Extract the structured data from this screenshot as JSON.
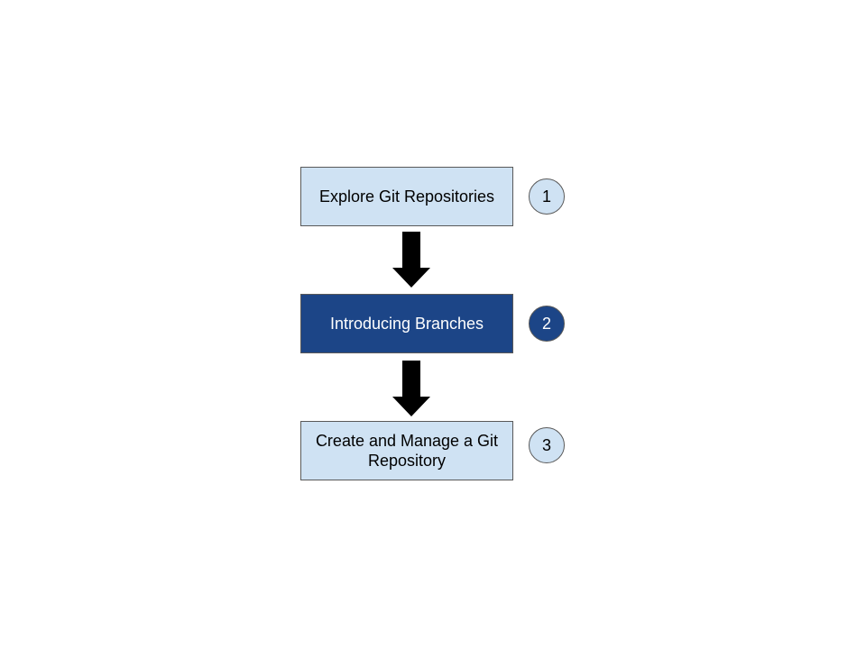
{
  "steps": [
    {
      "label": "Explore Git Repositories",
      "number": "1",
      "state": "inactive"
    },
    {
      "label": "Introducing Branches",
      "number": "2",
      "state": "active"
    },
    {
      "label": "Create and Manage a Git Repository",
      "number": "3",
      "state": "inactive"
    }
  ],
  "colors": {
    "inactive_fill": "#cfe2f3",
    "active_fill": "#1c4587",
    "border": "#595959",
    "arrow": "#000000"
  }
}
